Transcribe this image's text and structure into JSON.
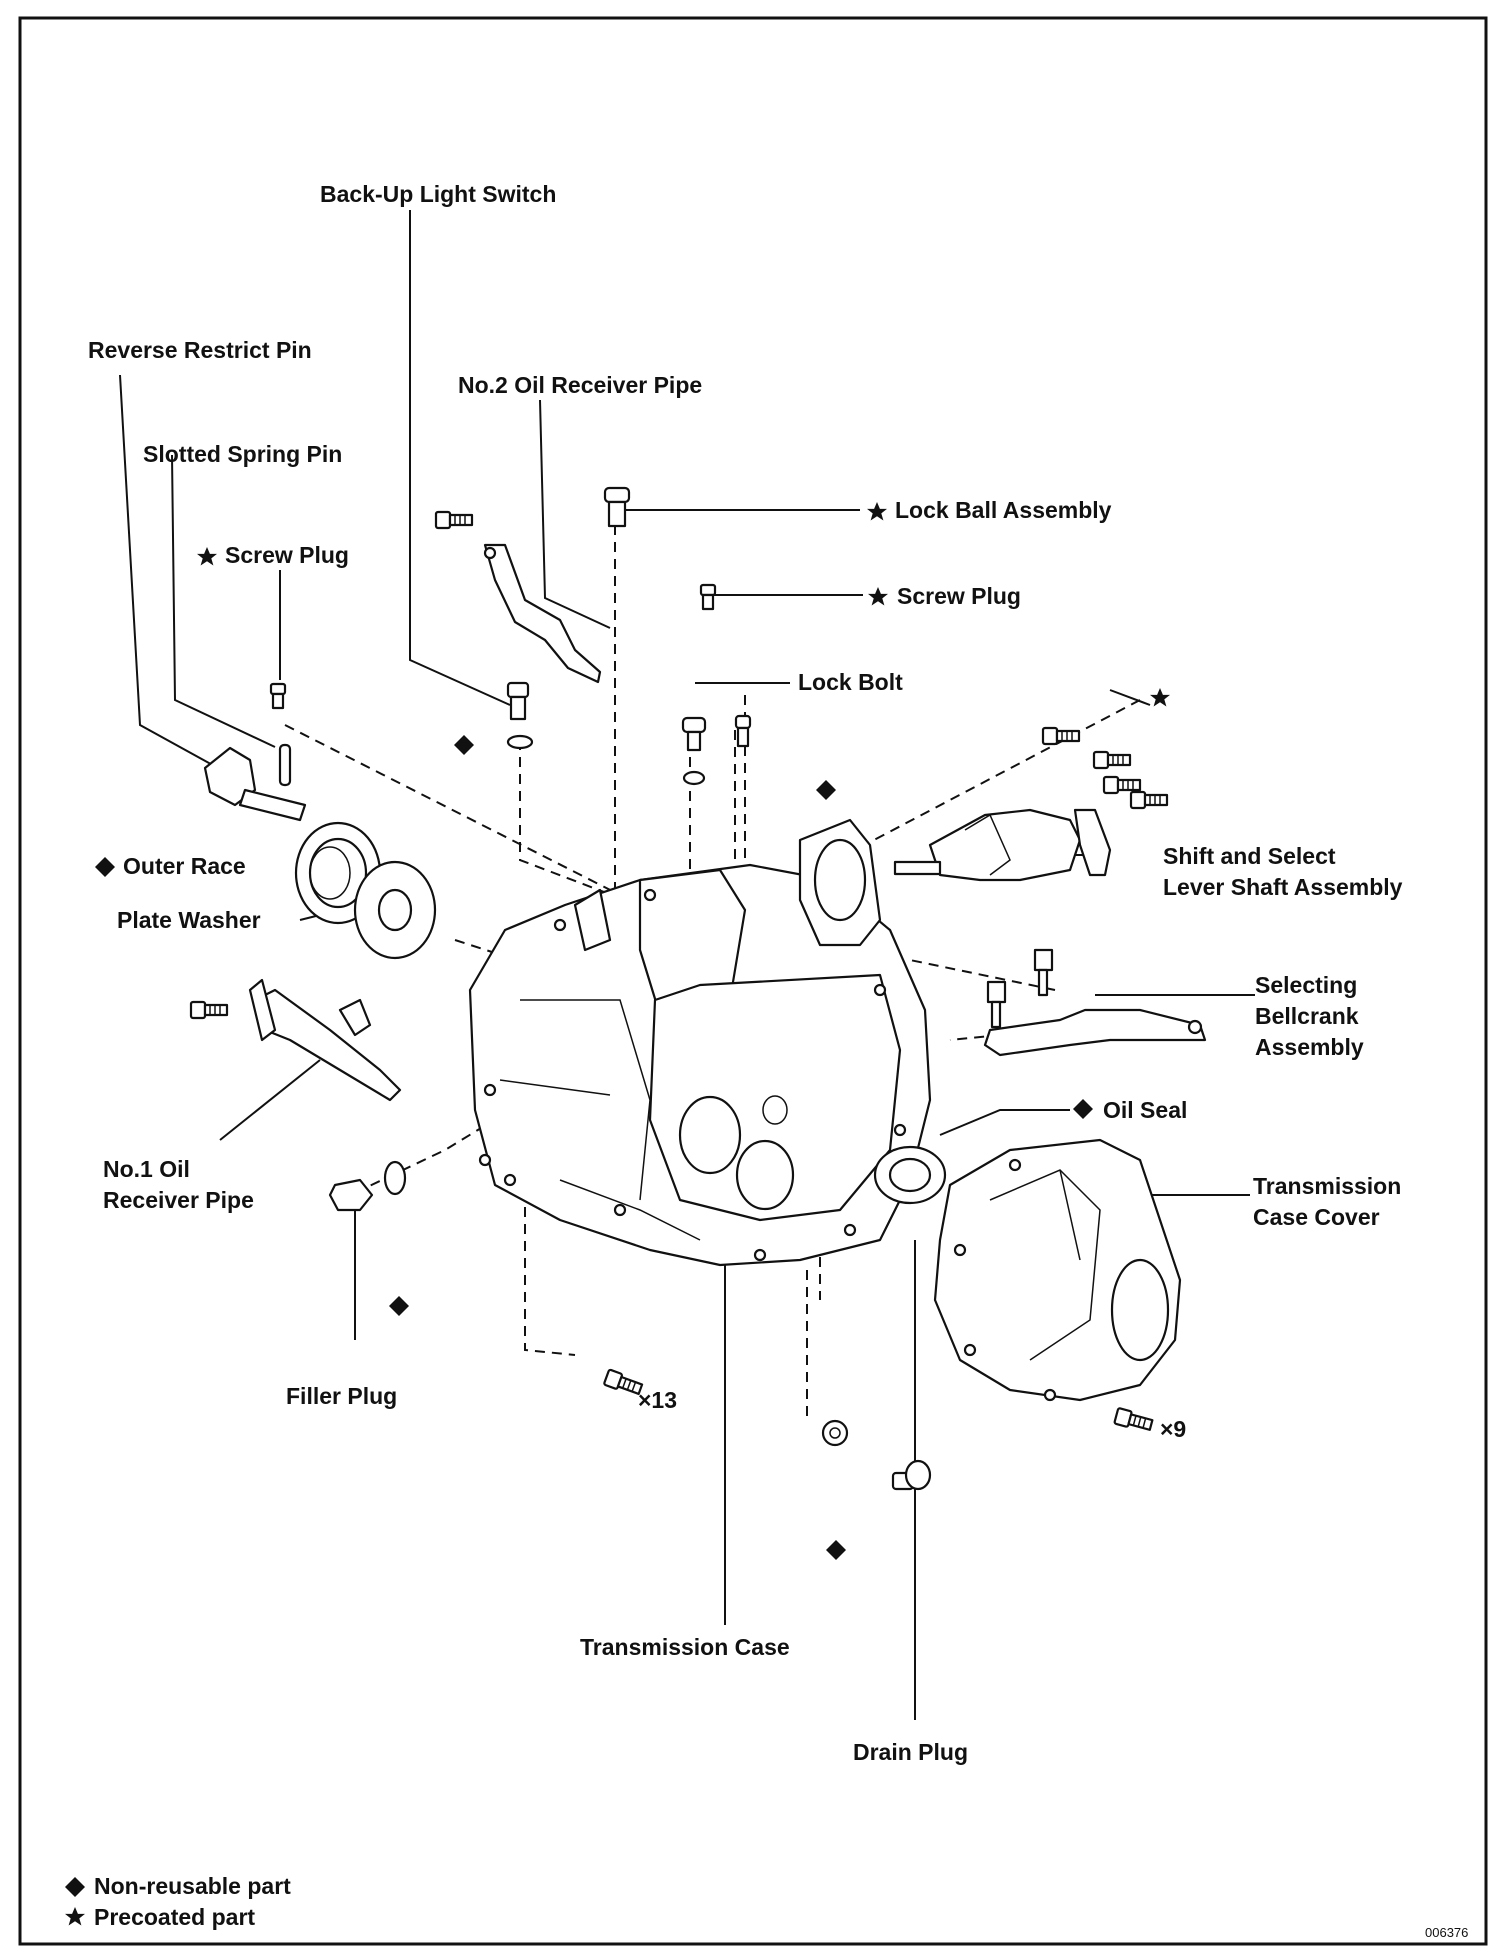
{
  "labels": {
    "back_up_light_switch": "Back-Up Light Switch",
    "reverse_restrict_pin": "Reverse Restrict Pin",
    "no2_oil_receiver_pipe": "No.2 Oil Receiver Pipe",
    "slotted_spring_pin": "Slotted Spring Pin",
    "lock_ball_assembly": "Lock Ball Assembly",
    "screw_plug_left": "Screw Plug",
    "screw_plug_right": "Screw Plug",
    "lock_bolt": "Lock Bolt",
    "shift_select_line1": "Shift and Select",
    "shift_select_line2": "Lever Shaft Assembly",
    "outer_race": "Outer Race",
    "plate_washer": "Plate Washer",
    "selecting_line1": "Selecting",
    "selecting_line2": "Bellcrank",
    "selecting_line3": "Assembly",
    "oil_seal": "Oil Seal",
    "no1_line1": "No.1 Oil",
    "no1_line2": "Receiver Pipe",
    "tc_cover_line1": "Transmission",
    "tc_cover_line2": "Case Cover",
    "filler_plug": "Filler Plug",
    "bolts_x13": "×13",
    "bolts_x9": "×9",
    "transmission_case": "Transmission Case",
    "drain_plug": "Drain Plug"
  },
  "legend": {
    "non_reusable": "Non-reusable part",
    "precoated": "Precoated part"
  },
  "figure_code": "006376",
  "symbols": {
    "non_reusable": "diamond",
    "precoated": "star"
  }
}
